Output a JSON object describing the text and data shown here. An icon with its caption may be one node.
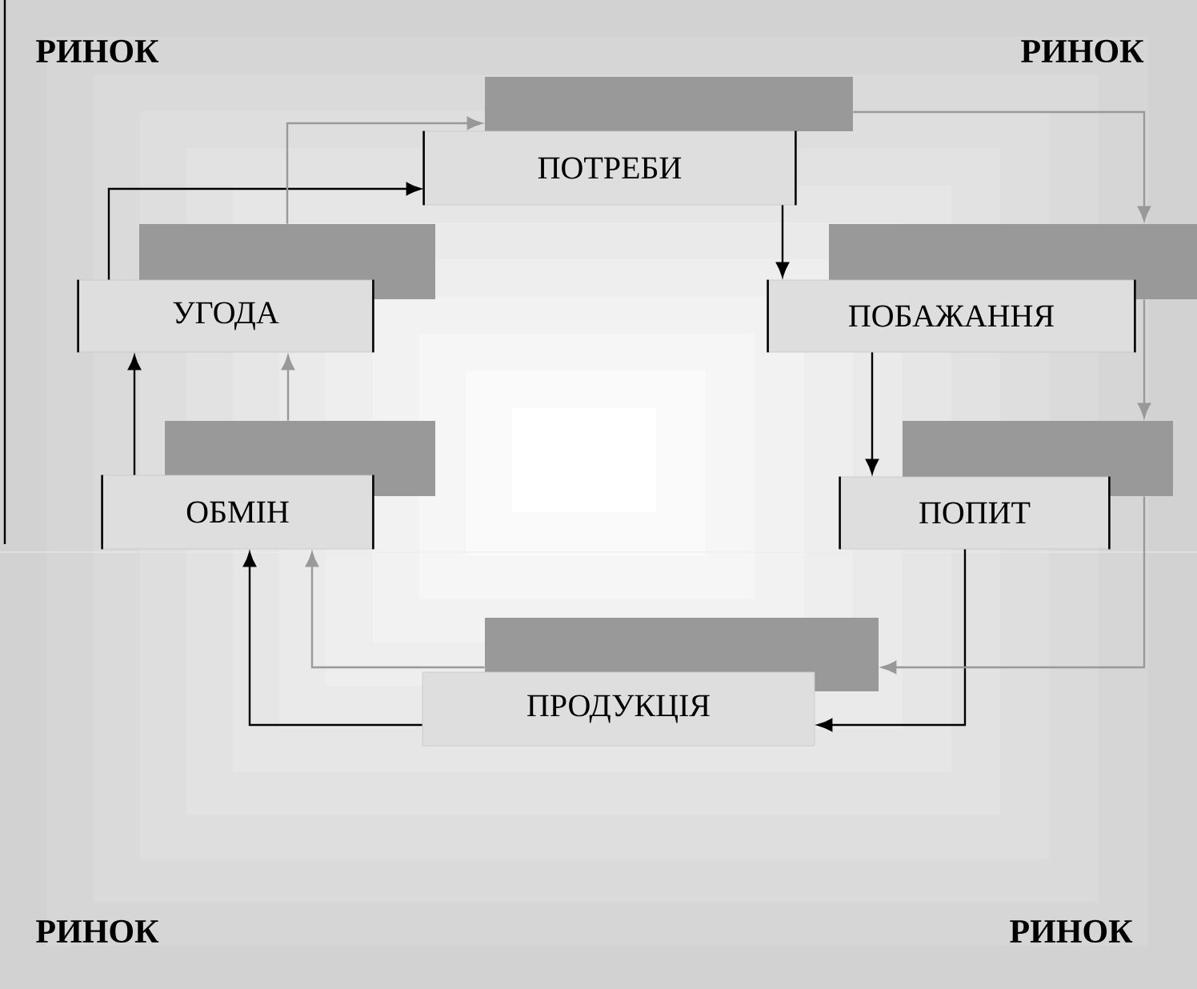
{
  "diagram": {
    "nodes": [
      {
        "text": [
          "ПОТРЕБИ"
        ]
      },
      {
        "text": [
          "УГОДА"
        ]
      },
      {
        "text": [
          "ПОБАЖАННЯ"
        ]
      },
      {
        "text": [
          "ОБМІН"
        ]
      },
      {
        "text": [
          "ПОПИТ"
        ]
      },
      {
        "text": [
          "ПРОДУКЦІЯ"
        ]
      },
      {
        "text": [],
        "shape": "bar"
      },
      {
        "text": [],
        "shape": "bar"
      },
      {
        "text": [],
        "shape": "bar"
      },
      {
        "text": [],
        "shape": "bar"
      },
      {
        "text": [],
        "shape": "bar"
      },
      {
        "text": [],
        "shape": "bar"
      }
    ],
    "edges": [
      {
        "from": 0,
        "to": 2,
        "arrow": "to"
      },
      {
        "from": 2,
        "to": 4,
        "arrow": "to"
      },
      {
        "from": 4,
        "to": 5,
        "arrow": "to"
      },
      {
        "from": 5,
        "to": 3,
        "arrow": "to"
      },
      {
        "from": 3,
        "to": 1,
        "arrow": "to"
      },
      {
        "from": 1,
        "to": 0,
        "arrow": "to"
      },
      {
        "from": 6,
        "to": 8,
        "arrow": "to",
        "color": "#999999"
      },
      {
        "from": 8,
        "to": 10,
        "arrow": "to",
        "color": "#999999"
      },
      {
        "from": 10,
        "to": 11,
        "arrow": "to",
        "color": "#999999"
      },
      {
        "from": 11,
        "to": 3,
        "arrow": "to",
        "color": "#999999"
      },
      {
        "from": 9,
        "to": 1,
        "arrow": "to",
        "color": "#999999"
      },
      {
        "from": 7,
        "to": 6,
        "arrow": "to",
        "color": "#999999"
      }
    ],
    "labels": [
      "РИНОК",
      "РИНОК",
      "РИНОК",
      "РИНОК"
    ]
  }
}
